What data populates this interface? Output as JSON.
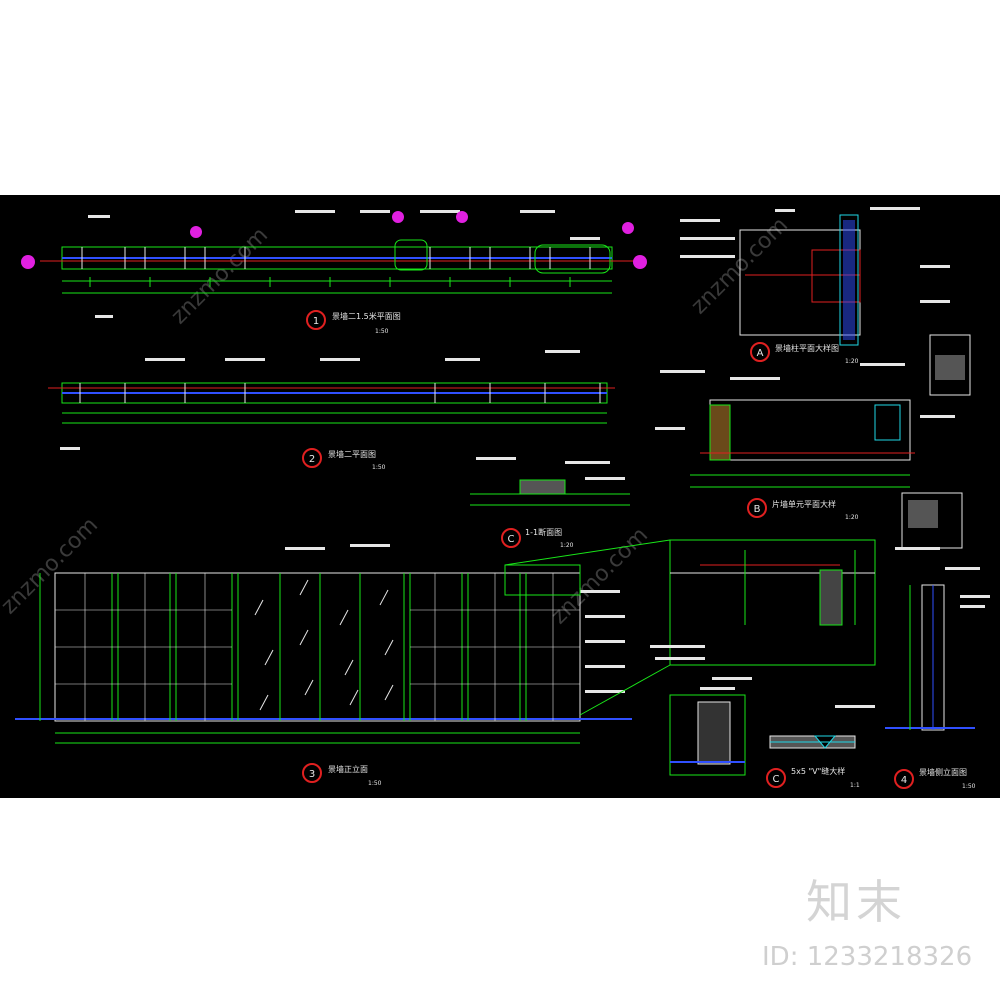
{
  "colors": {
    "background": "#000000",
    "lines": "#19e619",
    "white": "#e6e6e6",
    "red": "#e02020",
    "cyan": "#20d8e6",
    "magenta": "#e020e0",
    "blue": "#3050ff"
  },
  "branding": {
    "logo_text": "知末",
    "id_text": "ID: 1233218326",
    "watermark": "znzmo.com"
  },
  "views": [
    {
      "num": "1",
      "title": "景墙二1.5米平面图",
      "scale": "1:50"
    },
    {
      "num": "2",
      "title": "景墙二平面图",
      "scale": "1:50"
    },
    {
      "num": "3",
      "title": "景墙正立面",
      "scale": "1:50"
    },
    {
      "num": "4",
      "title": "景墙侧立面图",
      "scale": "1:50"
    },
    {
      "num": "A",
      "title": "景墙柱平面大样图",
      "scale": "1:20"
    },
    {
      "num": "B",
      "title": "片墙单元平面大样",
      "scale": "1:20"
    },
    {
      "num": "C",
      "title": "1-1断面图",
      "scale": "1:20"
    },
    {
      "num": "C",
      "title": "5x5 \"V\"缝大样",
      "scale": "1:1"
    }
  ]
}
